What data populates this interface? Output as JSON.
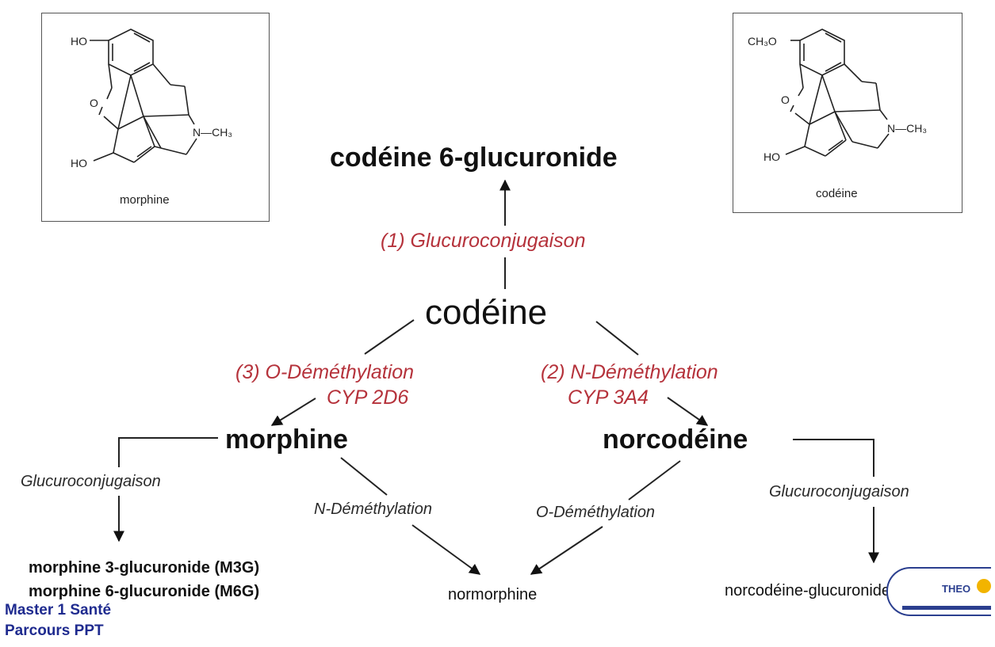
{
  "structures": {
    "morphine": {
      "name": "morphine",
      "ho_top": "HO",
      "o_ring": "O",
      "ho_bottom": "HO",
      "n_group": "N—CH₃"
    },
    "codeine": {
      "name": "codéine",
      "ch3o_top": "CH₃O",
      "o_ring": "O",
      "ho_bottom": "HO",
      "n_group": "N—CH₃"
    }
  },
  "nodes": {
    "codeine_6_glucuronide": "codéine 6-glucuronide",
    "codeine": "codéine",
    "morphine": "morphine",
    "norcodeine": "norcodéine",
    "m3g": "morphine 3-glucuronide (M3G)",
    "m6g": "morphine 6-glucuronide (M6G)",
    "normorphine": "normorphine",
    "norcodeine_glucuronide": "norcodéine-glucuronide"
  },
  "reactions": {
    "r1": "(1) Glucuroconjugaison",
    "r3_name": "(3) O-Déméthylation",
    "r3_enzyme": "CYP 2D6",
    "r2_name": "(2) N-Déméthylation",
    "r2_enzyme": "CYP 3A4",
    "morphine_gluc": "Glucuroconjugaison",
    "morphine_ndemeth": "N-Déméthylation",
    "norcodeine_odemeth": "O-Déméthylation",
    "norcodeine_gluc": "Glucuroconjugaison"
  },
  "footer": {
    "line1": "Master 1 Santé",
    "line2": "Parcours PPT"
  },
  "logo": {
    "text": "THEO"
  },
  "colors": {
    "reaction_main": "#b5323b",
    "footer": "#1f2b8f"
  }
}
